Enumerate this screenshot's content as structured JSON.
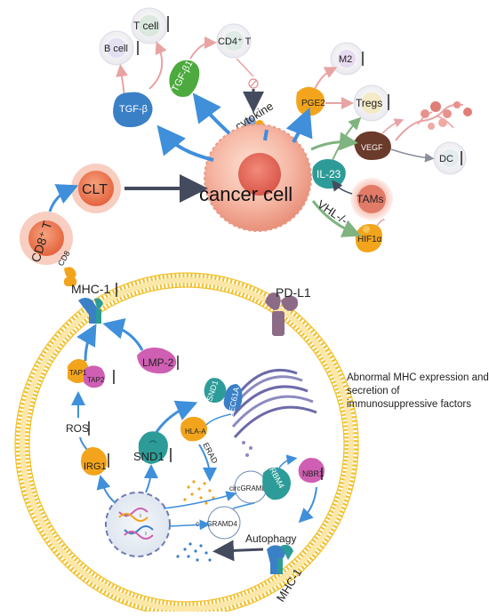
{
  "labels": {
    "t_cell": "T cell",
    "b_cell": "B cell",
    "cd4_t": "CD4⁺ T",
    "m2": "M2",
    "tgf_b1": "TGF-β1",
    "tgf_b": "TGF-β",
    "cytokine": "cytokine",
    "pge2": "PGE2",
    "tregs": "Tregs",
    "vegf": "VEGF",
    "dc": "DC",
    "il23": "IL-23",
    "tams": "TAMs",
    "vhl": "VHL-/-",
    "hif1a": "HIF1α",
    "cancer_cell": "cancer cell",
    "clt": "CLT",
    "cd8_t": "CD8⁺ T",
    "cd8": "CD8",
    "mhc1_top": "MHC-1",
    "pdl1": "PD-L1",
    "tap1": "TAP1",
    "tap2": "TAP2",
    "lmp2": "LMP-2",
    "ros": "ROS",
    "irg1": "IRG1",
    "snd1_main": "SND1",
    "snd1_er": "SND1",
    "sec61a": "SEC61A",
    "hla_a": "HLA-A",
    "erad": "ERAD",
    "circgramd4_1": "circGRAMD4",
    "rbm4": "RBM4",
    "nbr1": "NBR1",
    "circgramd4_2": "circGRAMD4",
    "autophagy": "Autophagy",
    "mhc1_bottom": "MHC-1"
  },
  "caption": "Abnormal MHC expression and secretion of immunosuppressive factors",
  "colors": {
    "membrane": "#f2c232",
    "cancer_cell": "#f6b7a4",
    "arrow_blue": "#3f8fdb",
    "arrow_dark": "#444b5e",
    "arrow_green": "#7fb37f",
    "arrow_pink": "#e8a3a3",
    "protein_blue": "#3a80c7",
    "protein_orange": "#f2a51c",
    "protein_purple": "#cf5fb3",
    "protein_teal": "#2d9c98",
    "protein_brown": "#6a3a2a",
    "protein_mauve": "#8c6b87"
  }
}
